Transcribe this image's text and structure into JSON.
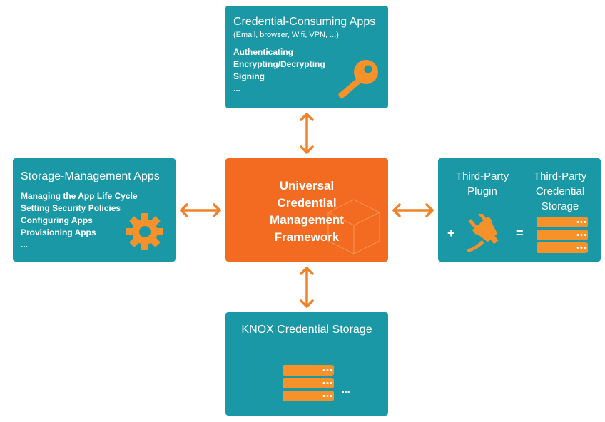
{
  "colors": {
    "box_teal": "#1a98a6",
    "framework_orange": "#f26b21",
    "icon_orange": "#f7922a",
    "arrow_orange": "#f0832a",
    "text_white": "#ffffff"
  },
  "framework": {
    "title": "Universal\nCredential\nManagement\nFramework",
    "icon": "cube-icon"
  },
  "consuming_apps": {
    "title": "Credential-Consuming Apps",
    "subtitle": "(Email, browser, Wifi, VPN, ...)",
    "items": [
      "Authenticating",
      "Encrypting/Decrypting",
      "Signing",
      "..."
    ],
    "icon": "key-icon"
  },
  "storage_management_apps": {
    "title": "Storage-Management Apps",
    "items": [
      "Managing the App Life Cycle",
      "Setting Security Policies",
      "Configuring Apps",
      "Provisioning Apps",
      "..."
    ],
    "icon": "gear-icon"
  },
  "third_party": {
    "plugin_label": "Third-Party Plugin",
    "storage_label": "Third-Party Credential Storage",
    "plus": "+",
    "equals": "=",
    "icons": [
      "plug-icon",
      "database-icon"
    ]
  },
  "knox_storage": {
    "title": "KNOX Credential Storage",
    "ellipsis": "...",
    "icon": "database-icon"
  },
  "connectors": [
    "framework-to-consuming-apps",
    "framework-to-storage-management-apps",
    "framework-to-third-party",
    "framework-to-knox-storage"
  ]
}
